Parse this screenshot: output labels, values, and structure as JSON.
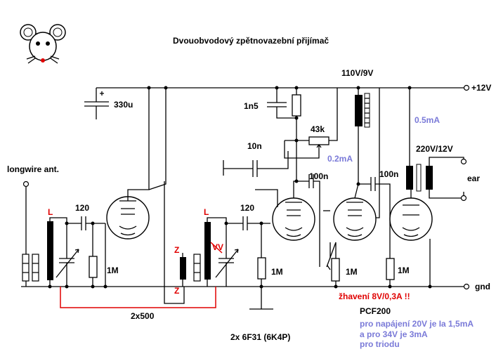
{
  "title": "Dvouobvodový zpětnovazební přijímač",
  "labels": {
    "antenna": "longwire ant.",
    "cap_330u": "330u",
    "cap_1n5": "1n5",
    "pot_43k": "43k",
    "cap_10n": "10n",
    "cap_100n_a": "100n",
    "cap_100n_b": "100n",
    "current_02": "0.2mA",
    "current_05": "0.5mA",
    "transformer_110": "110V/9V",
    "transformer_220": "220V/12V",
    "supply_plus": "+12V",
    "ground": "gnd",
    "ear": "ear",
    "coil_L1": "L",
    "coil_L2": "L",
    "cap_120_a": "120",
    "cap_120_b": "120",
    "res_1M_a": "1M",
    "res_1M_b": "1M",
    "res_1M_c": "1M",
    "res_1M_d": "1M",
    "z_top": "Z",
    "z_bottom": "Z",
    "vv": "VV",
    "dual_cap": "2x500",
    "tubes": "2x 6F31 (6K4P)",
    "heating": "žhavení 8V/0,3A !!",
    "pcf": "PCF200",
    "note_1": "pro napájení 20V je Ia 1,5mA",
    "note_2": "a pro 34V je 3mA",
    "note_3": "pro triodu"
  },
  "icons": {
    "mascot": "mouse-face-icon"
  },
  "colors": {
    "red": "#e00000",
    "blue": "#7a7ad8",
    "ink": "#000000"
  }
}
